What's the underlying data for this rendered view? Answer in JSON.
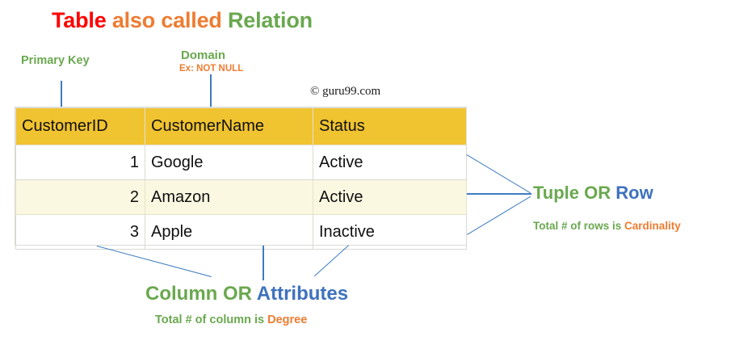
{
  "title": {
    "part1": "Table",
    "part2": " also called ",
    "part3": "Relation"
  },
  "annotations": {
    "primary_key": "Primary Key",
    "domain": "Domain",
    "domain_example": "Ex: NOT NULL",
    "tuple_title_green": "Tuple OR ",
    "tuple_title_blue": "Row",
    "tuple_sub_green": "Total # of rows is ",
    "tuple_sub_orange": "Cardinality",
    "column_title_green": "Column OR ",
    "column_title_blue": " Attributes",
    "column_sub_green": "Total # of column is ",
    "column_sub_orange": "Degree"
  },
  "watermark": "© guru99.com",
  "table": {
    "headers": [
      "CustomerID",
      "CustomerName",
      "Status"
    ],
    "rows": [
      {
        "id": "1",
        "name": "Google",
        "status": "Active"
      },
      {
        "id": "2",
        "name": "Amazon",
        "status": "Active"
      },
      {
        "id": "3",
        "name": "Apple",
        "status": "Inactive"
      }
    ]
  },
  "colors": {
    "red": "#FF0000",
    "orange": "#EE7C31",
    "green": "#6AA84F",
    "blue": "#3E72BE",
    "header_gold": "#F0C330",
    "alt_row_cream": "#FAF8E1",
    "leader_line": "#3E7CC0"
  }
}
